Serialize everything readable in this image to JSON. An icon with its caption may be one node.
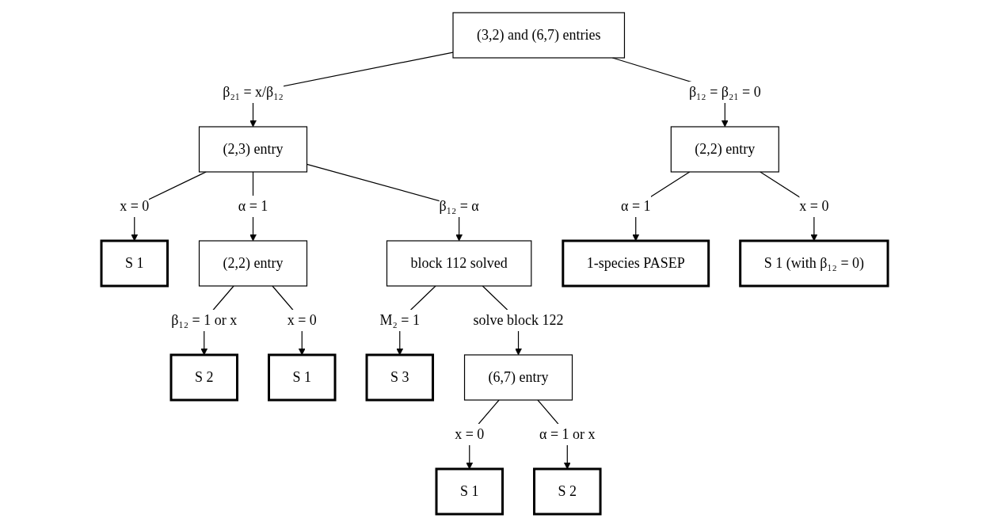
{
  "diagram": {
    "nodes": [
      {
        "text": [
          "(3,2) and (6,7) entries"
        ]
      },
      {
        "text": [
          "(2,3) entry"
        ]
      },
      {
        "text": [
          "(2,2) entry"
        ]
      },
      {
        "text": [
          "S 1"
        ]
      },
      {
        "text": [
          "(2,2) entry"
        ]
      },
      {
        "text": [
          "block 112 solved"
        ]
      },
      {
        "text": [
          "1-species PASEP"
        ]
      },
      {
        "text": [
          "S 1 (with β₁₂ = 0)"
        ]
      },
      {
        "text": [
          "S 2"
        ]
      },
      {
        "text": [
          "S 1"
        ]
      },
      {
        "text": [
          "S 3"
        ]
      },
      {
        "text": [
          "(6,7) entry"
        ]
      },
      {
        "text": [
          "S 1"
        ]
      },
      {
        "text": [
          "S 2"
        ]
      }
    ],
    "edges": [
      {
        "from": 0,
        "to": 1,
        "arrow": "to",
        "label": "β₂₁ = x/β₁₂"
      },
      {
        "from": 0,
        "to": 2,
        "arrow": "to",
        "label": "β₁₂ = β₂₁ = 0"
      },
      {
        "from": 1,
        "to": 3,
        "arrow": "to",
        "label": "x = 0"
      },
      {
        "from": 1,
        "to": 4,
        "arrow": "to",
        "label": "α = 1"
      },
      {
        "from": 1,
        "to": 5,
        "arrow": "to",
        "label": "β₁₂ = α"
      },
      {
        "from": 2,
        "to": 6,
        "arrow": "to",
        "label": "α = 1"
      },
      {
        "from": 2,
        "to": 7,
        "arrow": "to",
        "label": "x = 0"
      },
      {
        "from": 4,
        "to": 8,
        "arrow": "to",
        "label": "β₁₂ = 1 or x"
      },
      {
        "from": 4,
        "to": 9,
        "arrow": "to",
        "label": "x = 0"
      },
      {
        "from": 5,
        "to": 10,
        "arrow": "to",
        "label": "M₂ = 1"
      },
      {
        "from": 5,
        "to": 11,
        "arrow": "to",
        "label": "solve block 122"
      },
      {
        "from": 11,
        "to": 12,
        "arrow": "to",
        "label": "x = 0"
      },
      {
        "from": 11,
        "to": 13,
        "arrow": "to",
        "label": "α = 1 or x"
      }
    ]
  }
}
